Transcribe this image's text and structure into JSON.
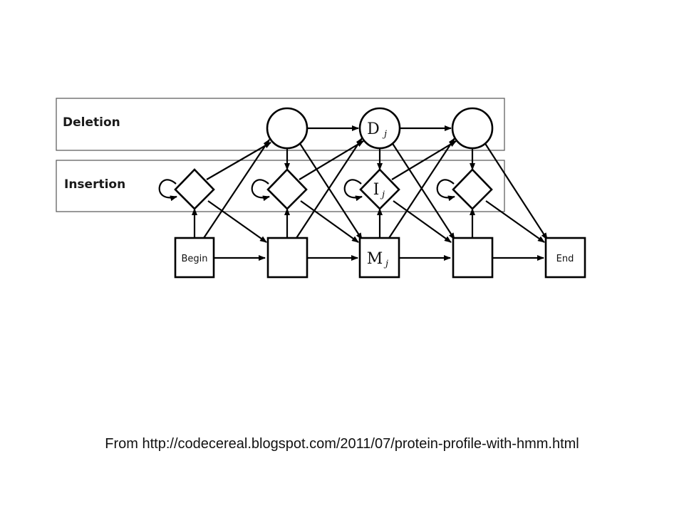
{
  "bands": {
    "deletion_label": "Deletion",
    "insertion_label": "Insertion"
  },
  "nodes": {
    "begin_label": "Begin",
    "end_label": "End",
    "delete_symbol": "D",
    "insert_symbol": "I",
    "match_symbol": "M",
    "index": "j"
  },
  "caption": "From http://codecereal.blogspot.com/2011/07/protein-profile-with-hmm.html",
  "colors": {
    "stroke": "#000000",
    "band_border": "#444444",
    "text": "#111111"
  }
}
